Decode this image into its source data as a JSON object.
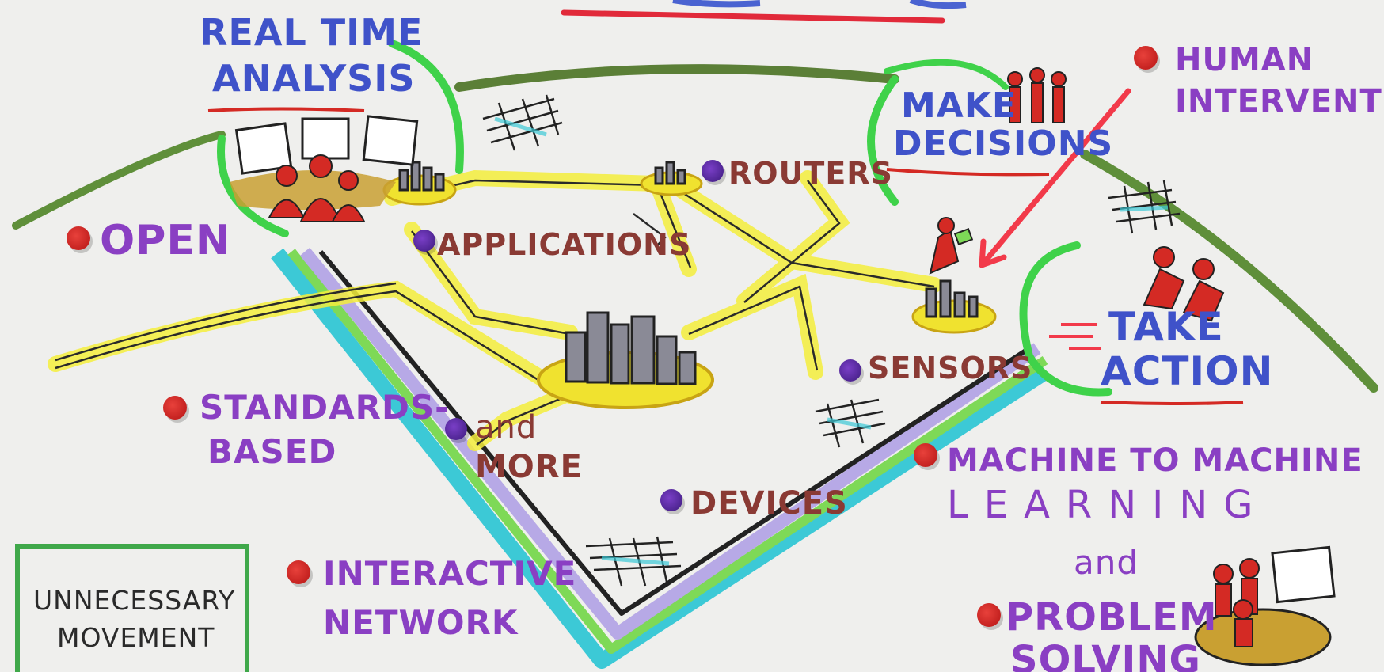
{
  "labels": {
    "real_time": "REAL TIME",
    "analysis": "ANALYSIS",
    "make": "MAKE",
    "decisions": "DECISIONS",
    "human": "HUMAN",
    "intervention": "INTERVENTION",
    "open": "OPEN",
    "applications": "APPLICATIONS",
    "routers": "ROUTERS",
    "take": "TAKE",
    "action": "ACTION",
    "standards": "STANDARDS-",
    "based": "BASED",
    "sensors": "SENSORS",
    "and_more_1": "and",
    "and_more_2": "MORE",
    "machine": "MACHINE TO MACHINE",
    "learning": "LEARNING",
    "and": "and",
    "devices": "DEVICES",
    "interactive": "INTERACTIVE",
    "network": "NETWORK",
    "problem": "PROBLEM",
    "solving": "SOLVING",
    "unnecessary": "UNNECESSARY",
    "movement": "MOVEMENT"
  },
  "icons": {
    "bullet": "red-dot-icon",
    "node": "purple-dot-icon"
  },
  "colors": {
    "background": "#efefed",
    "purple_text": "#8a3fc3",
    "brown_text": "#8a3a34",
    "blue_text": "#3f52c9",
    "red_bullet": "#d42a24",
    "highlight_yellow": "#f4ee3c",
    "marker_green": "#3fd24a",
    "arc_green": "#5f8f3a",
    "cyan_band": "#3cc9d6",
    "lavender_band": "#b7a9e6"
  }
}
